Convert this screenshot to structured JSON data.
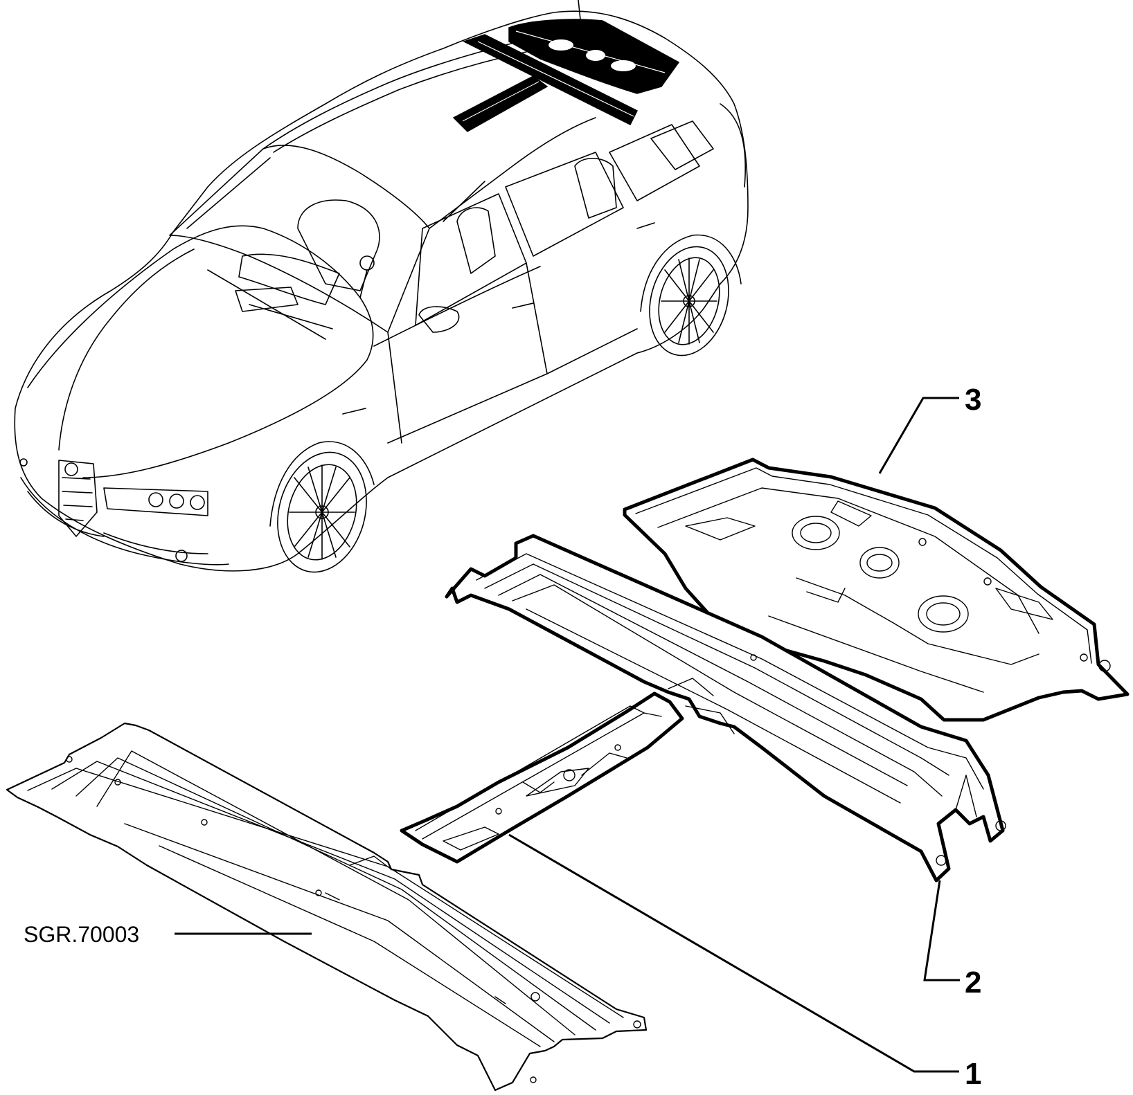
{
  "diagram": {
    "reference_code": "SGR.70003",
    "callouts": [
      {
        "number": "1"
      },
      {
        "number": "2"
      },
      {
        "number": "3"
      }
    ]
  }
}
